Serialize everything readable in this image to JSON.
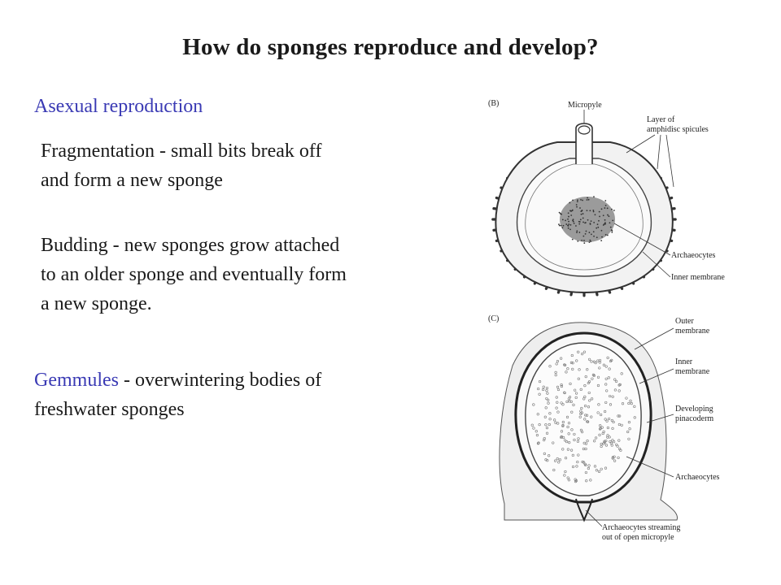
{
  "slide": {
    "title": "How do sponges reproduce and develop?"
  },
  "asexual": {
    "heading": "Asexual reproduction",
    "fragmentation_line1": "Fragmentation - small bits break off",
    "fragmentation_line2": "and form a new sponge",
    "budding_line1": "Budding - new sponges grow attached",
    "budding_line2": "to an older sponge and eventually form",
    "budding_line3": "a new sponge."
  },
  "gemmules": {
    "heading": "Gemmules",
    "text_rest": " - overwintering bodies of",
    "text_line2": "freshwater sponges"
  },
  "figure": {
    "panel_b": {
      "letter": "(B)",
      "labels": {
        "micropyle": "Micropyle",
        "layer_line1": "Layer of",
        "layer_line2": "amphidisc spicules",
        "archaeocytes": "Archaeocytes",
        "inner_membrane": "Inner membrane"
      }
    },
    "panel_c": {
      "letter": "(C)",
      "labels": {
        "outer_line1": "Outer",
        "outer_line2": "membrane",
        "inner_line1": "Inner",
        "inner_line2": "membrane",
        "developing_line1": "Developing",
        "developing_line2": "pinacoderm",
        "archaeocytes": "Archaeocytes",
        "streaming_line1": "Archaeocytes streaming",
        "streaming_line2": "out of open micropyle"
      }
    }
  },
  "colors": {
    "heading_blue": "#3a3ab4",
    "text": "#1a1a1a"
  }
}
